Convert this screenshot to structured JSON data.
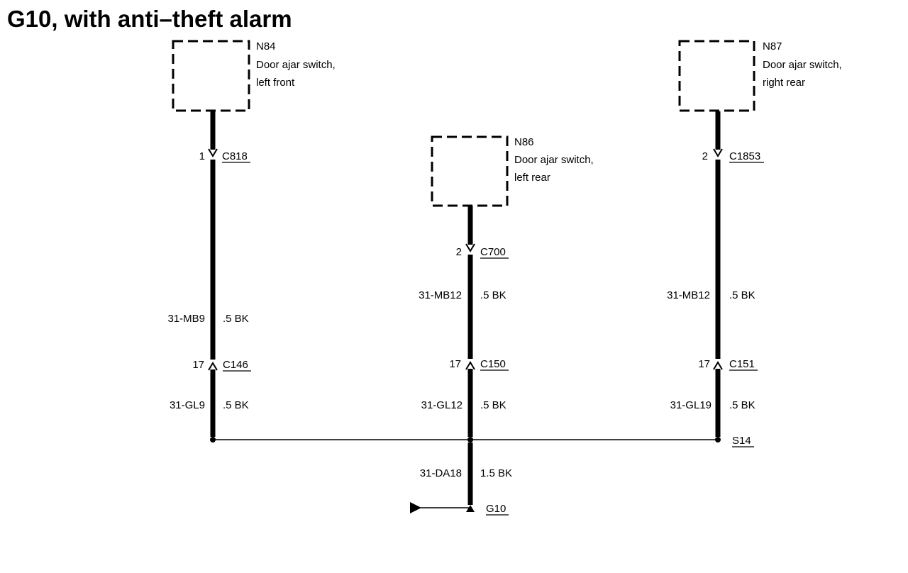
{
  "title": "G10, with anti–theft alarm",
  "components": [
    {
      "id": "N84",
      "desc1": "Door ajar switch,",
      "desc2": "left front"
    },
    {
      "id": "N86",
      "desc1": "Door ajar switch,",
      "desc2": "left rear"
    },
    {
      "id": "N87",
      "desc1": "Door ajar switch,",
      "desc2": "right rear"
    }
  ],
  "branches": [
    {
      "connector_top": {
        "pin": "1",
        "name": "C818"
      },
      "wire_top": {
        "code": "31-MB9",
        "size": ".5 BK"
      },
      "connector_bottom": {
        "pin": "17",
        "name": "C146"
      },
      "wire_bottom": {
        "code": "31-GL9",
        "size": ".5 BK"
      }
    },
    {
      "connector_top": {
        "pin": "2",
        "name": "C700"
      },
      "wire_top": {
        "code": "31-MB12",
        "size": ".5 BK"
      },
      "connector_bottom": {
        "pin": "17",
        "name": "C150"
      },
      "wire_bottom": {
        "code": "31-GL12",
        "size": ".5 BK"
      }
    },
    {
      "connector_top": {
        "pin": "2",
        "name": "C1853"
      },
      "wire_top": {
        "code": "31-MB12",
        "size": ".5 BK"
      },
      "connector_bottom": {
        "pin": "17",
        "name": "C151"
      },
      "wire_bottom": {
        "code": "31-GL19",
        "size": ".5 BK"
      }
    }
  ],
  "splice": "S14",
  "ground_wire": {
    "code": "31-DA18",
    "size": "1.5 BK"
  },
  "ground": "G10"
}
